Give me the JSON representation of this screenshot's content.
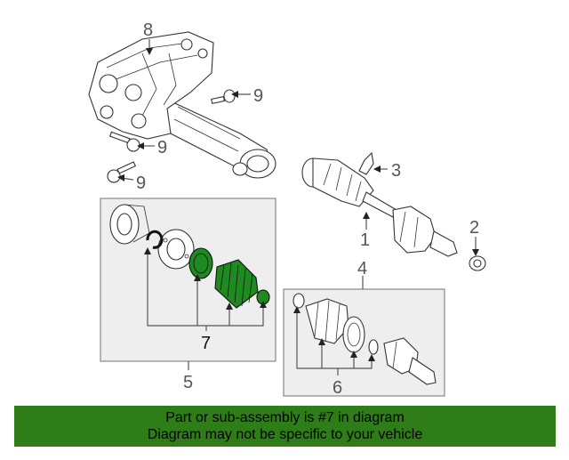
{
  "callouts": {
    "c1": "1",
    "c2": "2",
    "c3": "3",
    "c4": "4",
    "c5": "5",
    "c6": "6",
    "c7": "7",
    "c8": "8",
    "c9a": "9",
    "c9b": "9",
    "c9c": "9"
  },
  "highlight_color": "#1f8a1f",
  "banner": {
    "color": "#2e7d18",
    "line1": "Part or sub-assembly is #7 in diagram",
    "line2": "Diagram may not be specific to your vehicle"
  }
}
